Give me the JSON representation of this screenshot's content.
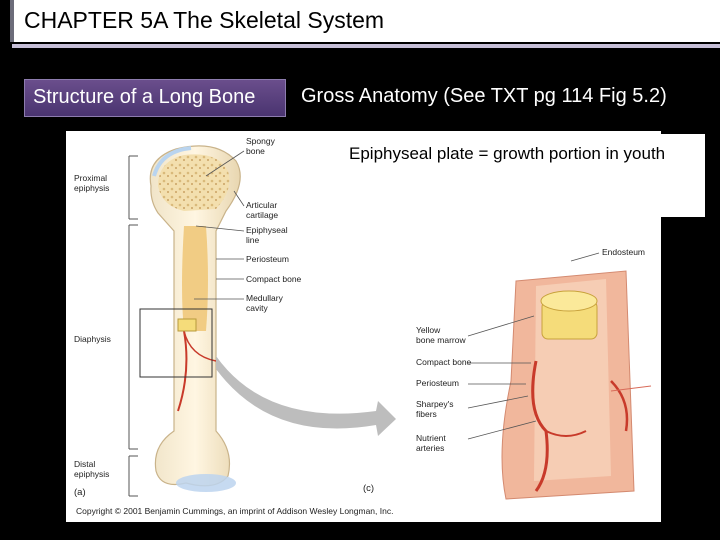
{
  "title": "CHAPTER 5A  The Skeletal System",
  "section_button": "Structure of a Long Bone",
  "heading": "Gross Anatomy (See TXT pg 114 Fig 5.2)",
  "note": "Epiphyseal plate = growth portion in youth",
  "figure": {
    "labels_a": {
      "spongy": [
        "Spongy",
        "bone"
      ],
      "proximal": [
        "Proximal",
        "epiphysis"
      ],
      "articular": [
        "Articular",
        "cartilage"
      ],
      "epiphyseal_line": [
        "Epiphyseal",
        "line"
      ],
      "periosteum": "Periosteum",
      "compact": "Compact bone",
      "medullary": [
        "Medullary",
        "cavity"
      ],
      "diaphysis": "Diaphysis",
      "distal": [
        "Distal",
        "epiphysis"
      ],
      "panel": "(a)"
    },
    "labels_c": {
      "endosteum": "Endosteum",
      "yellow_marrow": [
        "Yellow",
        "bone marrow"
      ],
      "compact": "Compact bone",
      "periosteum": "Periosteum",
      "sharpeys": [
        "Sharpey's",
        "fibers"
      ],
      "nutrient": [
        "Nutrient",
        "arteries"
      ],
      "panel": "(c)"
    },
    "copyright": "Copyright © 2001 Benjamin Cummings, an imprint of Addison Wesley Longman, Inc."
  }
}
